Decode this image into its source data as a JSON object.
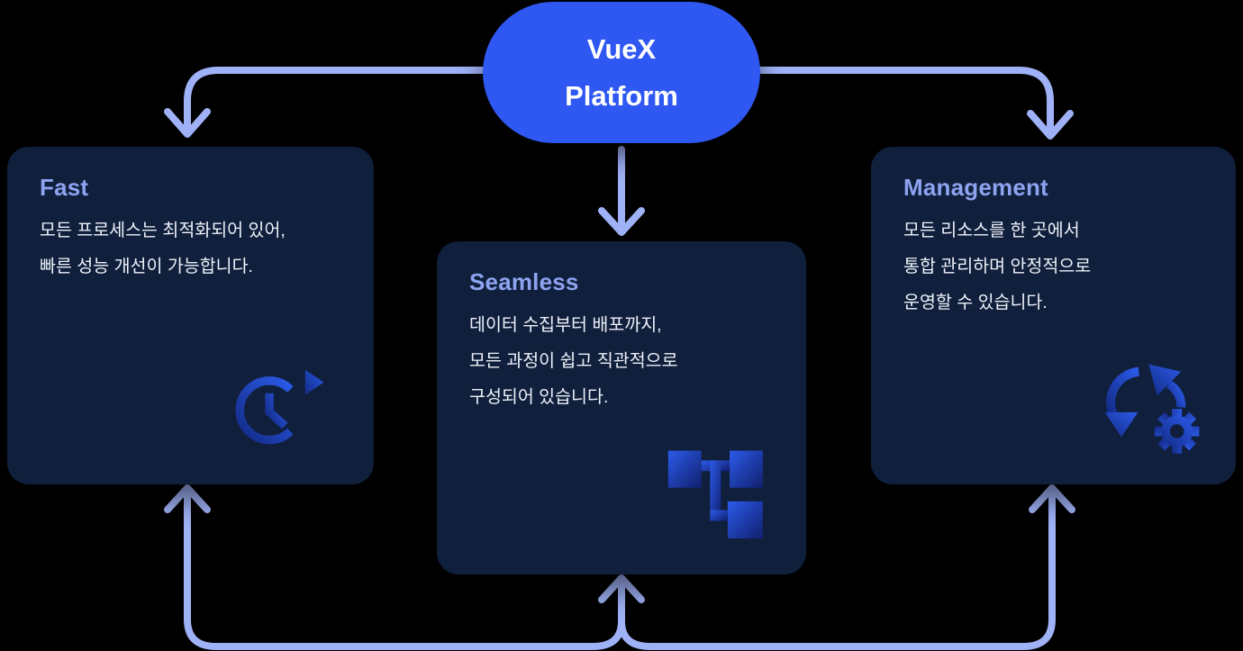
{
  "root": {
    "label_line1": "VueX",
    "label_line2": "Platform"
  },
  "cards": [
    {
      "id": "fast",
      "title": "Fast",
      "lines": [
        "모든 프로세스는 최적화되어 있어,",
        "빠른 성능 개선이 가능합니다."
      ],
      "icon": "clock-history-icon"
    },
    {
      "id": "seamless",
      "title": "Seamless",
      "lines": [
        "데이터 수집부터 배포까지,",
        "모든 과정이 쉽고 직관적으로",
        "구성되어 있습니다."
      ],
      "icon": "flowchart-nodes-icon"
    },
    {
      "id": "management",
      "title": "Management",
      "lines": [
        "모든 리소스를 한 곳에서",
        "통합 관리하며 안정적으로",
        "운영할 수 있습니다."
      ],
      "icon": "sync-gear-icon"
    }
  ],
  "connectors": [
    {
      "from": "root",
      "to": "fast",
      "direction": "down"
    },
    {
      "from": "root",
      "to": "seamless",
      "direction": "down"
    },
    {
      "from": "root",
      "to": "management",
      "direction": "down"
    },
    {
      "from": "bottom-loop",
      "to": "fast",
      "direction": "up"
    },
    {
      "from": "bottom-loop",
      "to": "seamless",
      "direction": "up"
    },
    {
      "from": "bottom-loop",
      "to": "management",
      "direction": "up"
    }
  ],
  "colors": {
    "canvas_bg": "#000000",
    "card_bg": "#101F3C",
    "root_node_bg": "#2F58F2",
    "heading_text": "#8EA3F0",
    "body_text": "#EDF1F9",
    "connector_line": "#9FB2F7",
    "icon_gradient_dark": "#132A85",
    "icon_gradient_bright": "#2B5BEA"
  }
}
